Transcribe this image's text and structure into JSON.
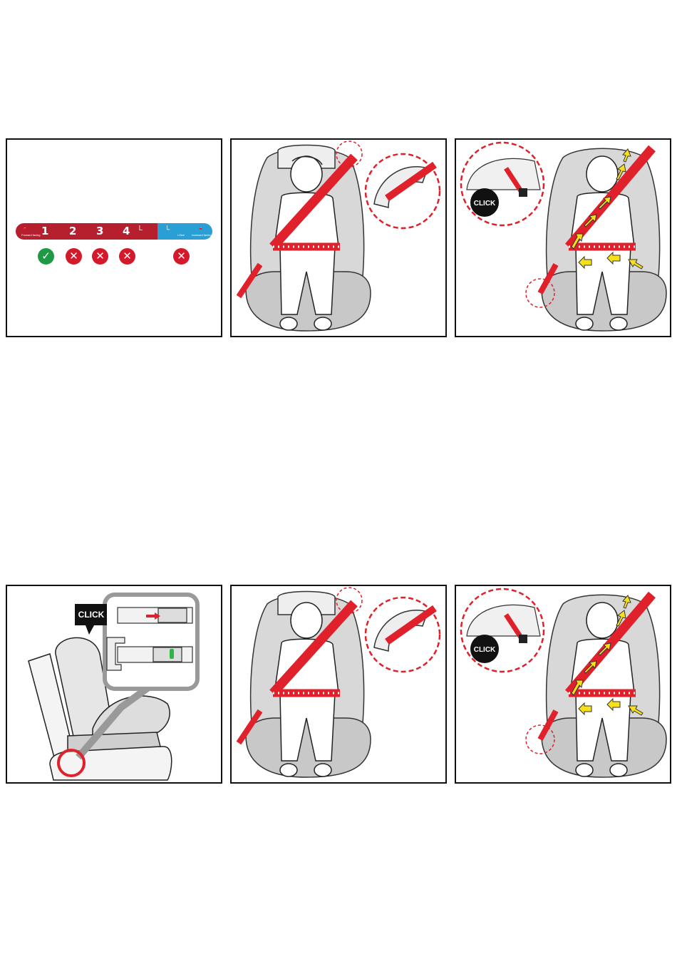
{
  "seat_positions": {
    "numbers": [
      "1",
      "2",
      "3",
      "4"
    ],
    "forward_label": "Forward facing",
    "rearward_label": "rearward facing",
    "isofix_label": "i-Size",
    "compatibility": [
      "ok",
      "no",
      "no",
      "no",
      "no"
    ]
  },
  "callouts": {
    "click_1": "CLICK",
    "click_2": "CLICK",
    "click_3": "CLICK"
  },
  "colors": {
    "belt_red": "#e0202a",
    "ok_green": "#1e9a46",
    "cross_red": "#d4192b",
    "arrow_yellow": "#f7e017",
    "bar_blue": "#2a9fd6",
    "bar_red": "#b61f2e"
  }
}
